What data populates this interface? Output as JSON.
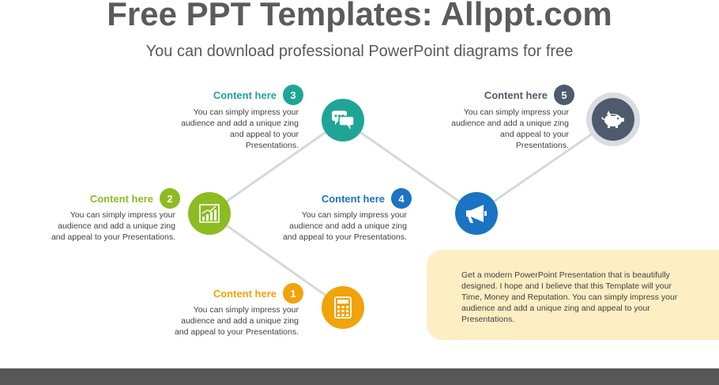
{
  "title": "Free PPT Templates: Allppt.com",
  "subtitle": "You can download professional PowerPoint diagrams for free",
  "items": [
    {
      "number": "1",
      "heading": "Content  here",
      "color": "#f0a30a",
      "icon": "calculator-icon",
      "description": [
        "You can simply impress your",
        "audience and add a unique zing",
        "and appeal to your Presentations."
      ]
    },
    {
      "number": "2",
      "heading": "Content  here",
      "color": "#8cbb22",
      "icon": "growth-chart-icon",
      "description": [
        "You can simply impress your",
        "audience and add a unique zing",
        "and appeal to your Presentations."
      ]
    },
    {
      "number": "3",
      "heading": "Content  here",
      "color": "#1fa596",
      "icon": "chat-bubbles-icon",
      "description": [
        "You can simply impress your",
        "audience and add a unique zing",
        "and appeal to your",
        "Presentations."
      ]
    },
    {
      "number": "4",
      "heading": "Content  here",
      "color": "#1a74c3",
      "icon": "megaphone-icon",
      "description": [
        "You can simply impress your",
        "audience and add a unique zing",
        "and appeal to your Presentations."
      ]
    },
    {
      "number": "5",
      "heading": "Content  here",
      "color": "#4e5b6c",
      "icon": "piggy-bank-icon",
      "description": [
        "You can simply impress your",
        "audience and add a unique zing",
        "and appeal to your",
        "Presentations."
      ]
    }
  ],
  "note": {
    "normal": "Get a modern PowerPoint  Presentation that is beautifully designed. I hope and I believe that this Template will your Time, Money and Reputation. ",
    "bold": "You can simply impress your audience and add a unique zing and appeal to your Presentations."
  }
}
